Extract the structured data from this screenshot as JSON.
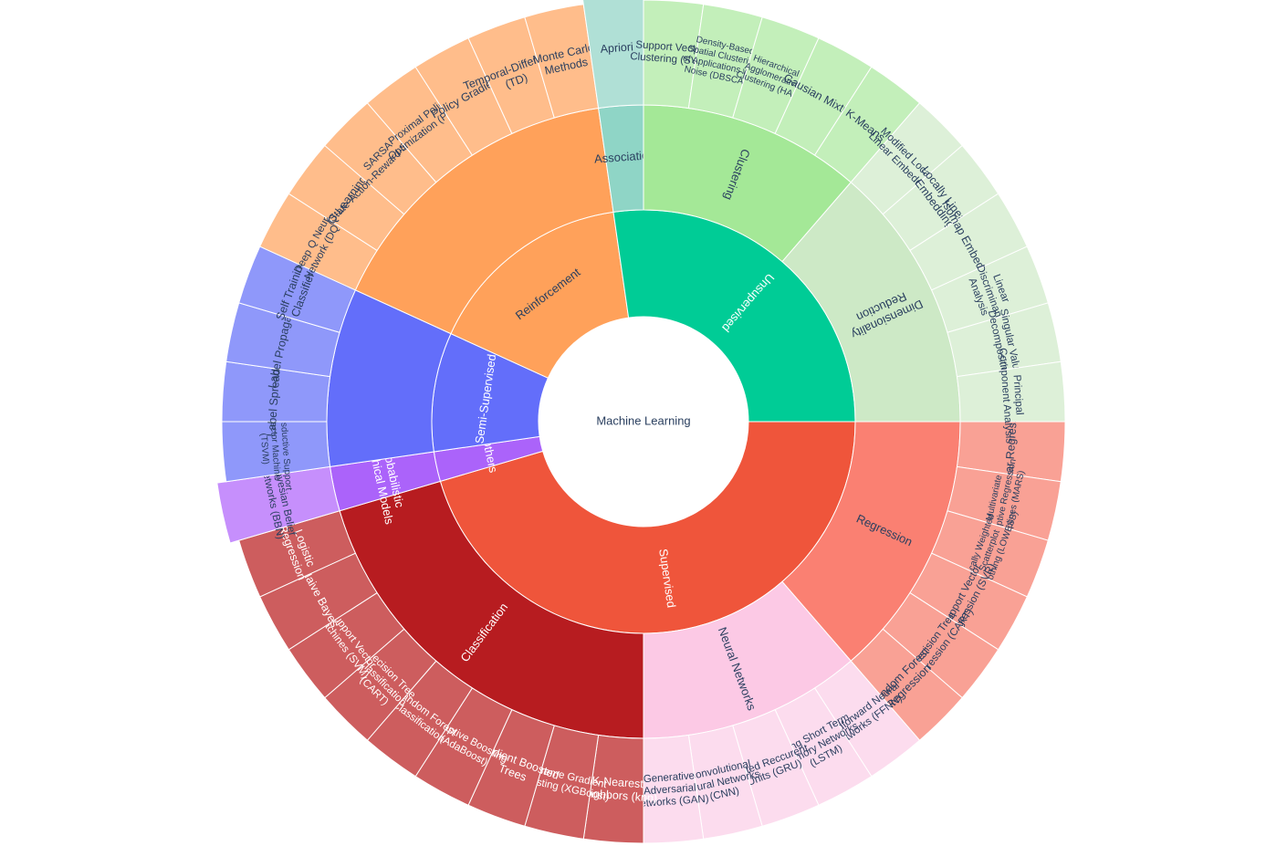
{
  "chart_data": {
    "type": "sunburst",
    "root": {
      "name": "Machine Learning",
      "color": "#ffffff"
    },
    "children": [
      {
        "name": "Supervised",
        "color": "#ef553b",
        "children": [
          {
            "name": "Regression",
            "color": "#fa8072",
            "leafColor": "#f9a195",
            "children": [
              "Linear Regression",
              "Multivariate Adaptive Regression Splines (MARS)",
              "Locally Weighted Scatterplot Smoothing (LOWESS)",
              "Support Vector Regression (SVR)",
              "Decision Tree Regression (CART)",
              "Random Forest Regression"
            ]
          },
          {
            "name": "Neural Networks",
            "color": "#fcc9e5",
            "leafColor": "#fcdcee",
            "children": [
              "Feedforward Neural Networks (FFNN)",
              "Long Short Term Memory Networks (LSTM)",
              "Gated Reccurent Units (GRU)",
              "Convolutional Neural Networks (CNN)",
              "Generative Adversarial Networks (GAN)"
            ]
          },
          {
            "name": "Classification",
            "color": "#b71c20",
            "leafColor": "#cd5d5e",
            "children": [
              "K-Nearest Neighbors (knn)",
              "Extreme Gradient Boosting (XGBoost)",
              "Gradient Boosted Trees",
              "Adaptive Boosting (AdaBoost)",
              "Random Forest Classification",
              "Decision Tree Classification (CART)",
              "Support Vector Machines (SVM)",
              "Naive Bayes",
              "Logistic Regression"
            ]
          }
        ]
      },
      {
        "name": "Others",
        "color": "#ab63fa",
        "children": [
          {
            "name": "Probabilistic Graphical Models",
            "color": "#ab63fa",
            "leafColor": "#c68ffc",
            "children": [
              "Bayesian Belief Networks (BBN)"
            ]
          }
        ]
      },
      {
        "name": "Semi-Supervised",
        "color": "#636efa",
        "children": [
          {
            "name": "",
            "color": "#636efa",
            "leafColor": "#8f98fa",
            "children": [
              "Transductive Support Vector Machine (TSVM)",
              "Label Spreading",
              "Label Propagation",
              "Self Training Classifier"
            ]
          }
        ]
      },
      {
        "name": "Reinforcement",
        "color": "#ffa15a",
        "children": [
          {
            "name": "",
            "color": "#ffa15a",
            "leafColor": "#ffbd8b",
            "children": [
              "Deep Q Neural Network (DQN)",
              "Q-Learning",
              "SARSA (State-Action-Reward-State-Action)",
              "Proximal Policy Optimization (PPO)",
              "Policy Gradient",
              "Temporal-Difference (TD)",
              "Monte Carlo Methods"
            ]
          }
        ]
      },
      {
        "name": "Unsupervised",
        "color": "#00cc96",
        "children": [
          {
            "name": "Association",
            "color": "#8fd5c6",
            "leafColor": "#b0e0d6",
            "children": [
              "Apriori"
            ]
          },
          {
            "name": "Clustering",
            "color": "#a4e897",
            "leafColor": "#c3efba",
            "children": [
              "Support Vector Clustering (SVC)",
              "Density-Based Spatial Clustering of Applications with Noise (DBSCAN)",
              "Hierarchical Agglomerative Clustering (HAC)",
              "Gausian Mixture",
              "K-Means"
            ]
          },
          {
            "name": "Dimensionality Reduction",
            "color": "#cde9c6",
            "leafColor": "#ddf0d8",
            "children": [
              "Modified Locally Linear Embedding",
              "Locally Linear Embedding",
              "Isomap Embedding",
              "Linear Discriminant Analysis",
              "Singular Value Decomposition",
              "Principal Component Analysis"
            ]
          }
        ]
      }
    ]
  }
}
